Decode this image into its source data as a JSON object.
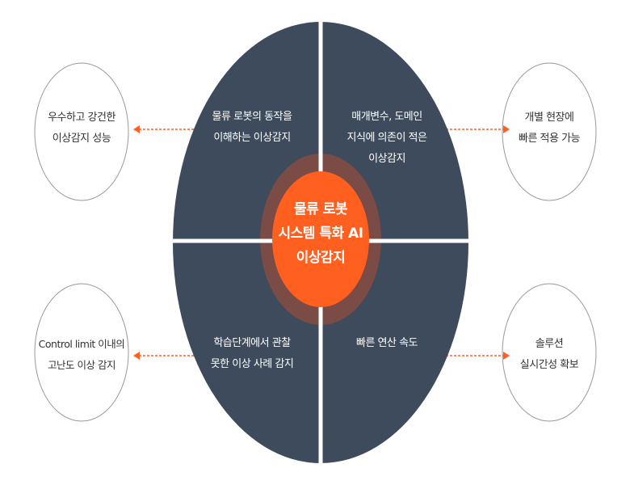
{
  "center": {
    "lines": [
      "물류 로봇",
      "시스템 특화 AI",
      "이상감지"
    ]
  },
  "quadrants": [
    {
      "lines": [
        "물류 로봇의 동작을",
        "이해하는 이상감지"
      ]
    },
    {
      "lines": [
        "매개변수, 도메인",
        "지식에 의존이 적은",
        "이상감지"
      ]
    },
    {
      "lines": [
        "학습단계에서 관찰",
        "못한 이상 사례 감지"
      ]
    },
    {
      "lines": [
        "빠른 연산 속도"
      ]
    }
  ],
  "outcomes": [
    {
      "lines": [
        "우수하고 강건한",
        "이상감지 성능"
      ]
    },
    {
      "lines": [
        "개별 현장에",
        "빠른 적용 가능"
      ]
    },
    {
      "lines": [
        "Control limit 이내의",
        "고난도 이상 감지"
      ]
    },
    {
      "lines": [
        "솔루션",
        "실시간성 확보"
      ]
    }
  ],
  "colors": {
    "ellipse": "#3d4b5c",
    "accent": "#ff5f1f",
    "ring": "#7a4c45",
    "arrow": "#ff5f1f"
  }
}
